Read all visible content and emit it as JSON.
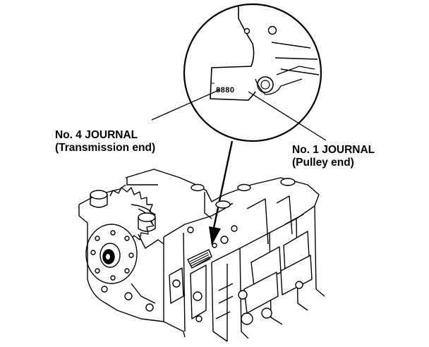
{
  "callouts": {
    "journal_4": {
      "line1": "No. 4 JOURNAL",
      "line2": "(Transmission end)"
    },
    "journal_1": {
      "line1": "No. 1 JOURNAL",
      "line2": "(Pulley end)"
    }
  },
  "stamp_code": "8880"
}
